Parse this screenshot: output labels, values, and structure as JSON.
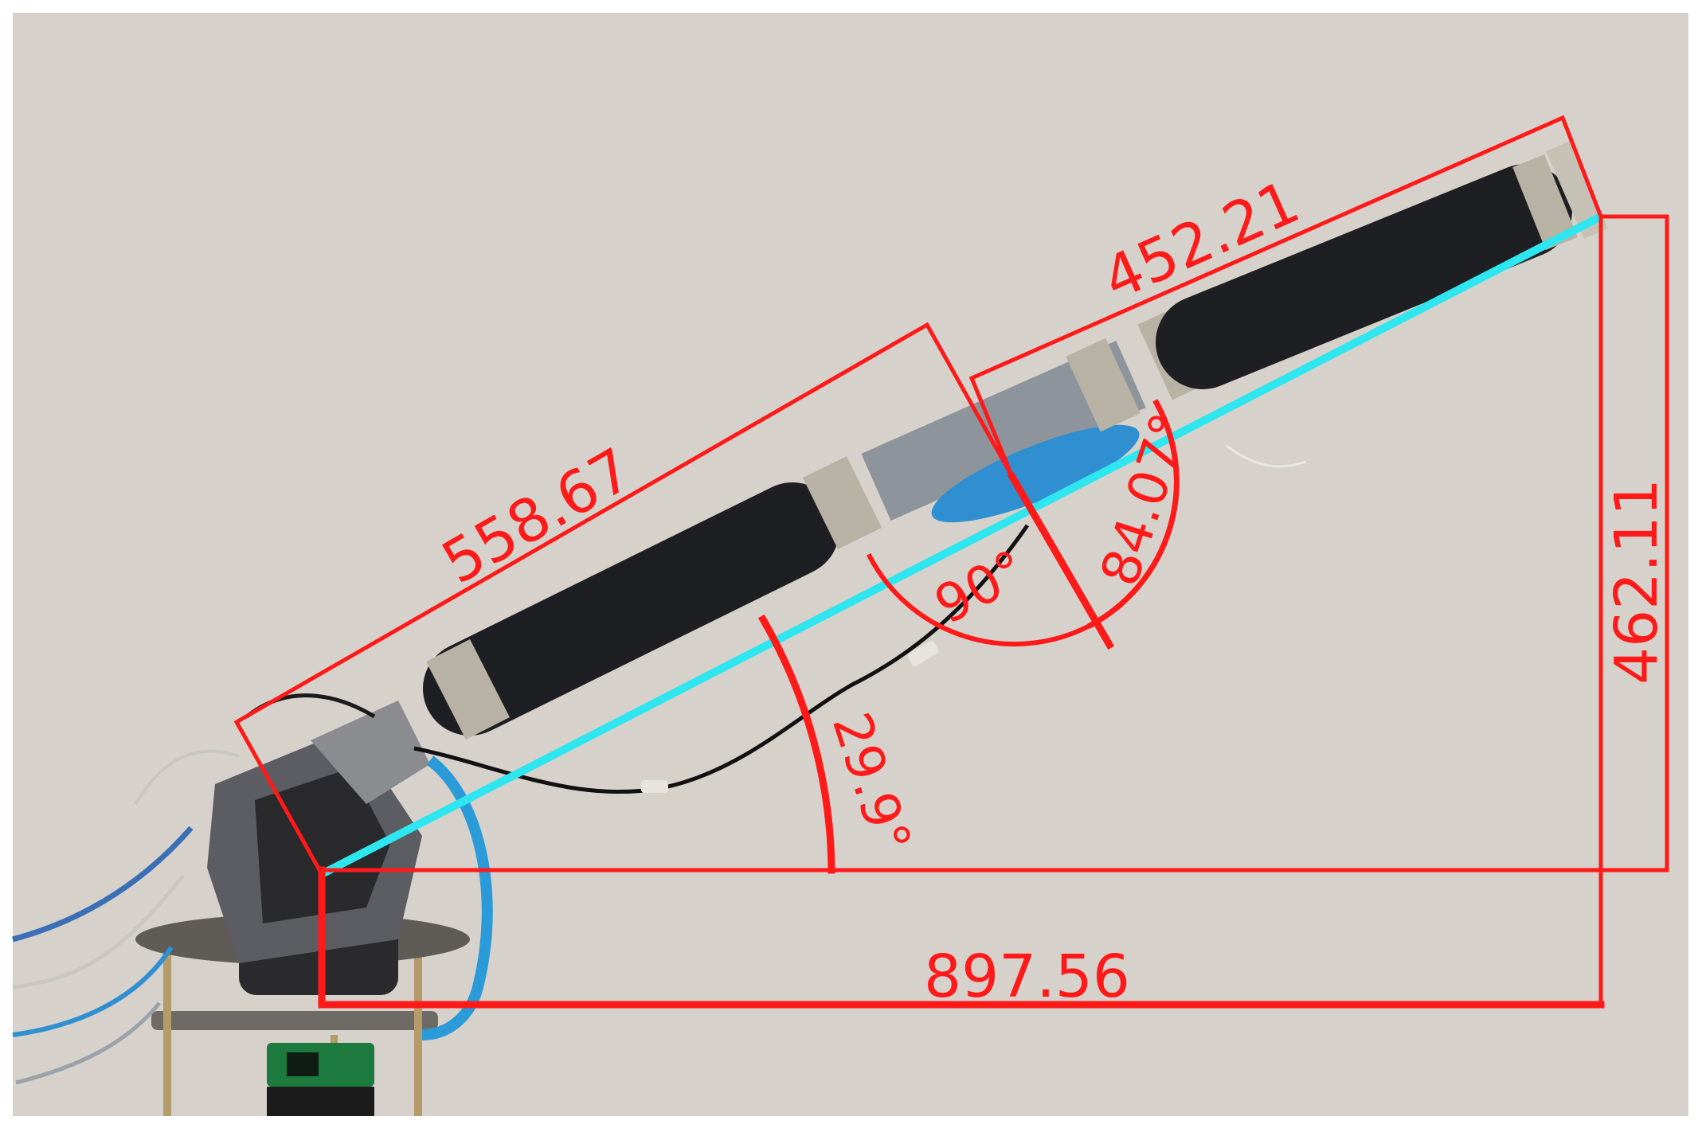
{
  "colors": {
    "background": "#d7d1cb",
    "frame": "#ffffff",
    "annotation": "#ff1a1a",
    "axis_line": "#2ee6ef",
    "tube_wrap": "#1e1f22",
    "clamp": "#b8b2a4",
    "joint_body": "#8d949c",
    "joint_blue": "#2f8fd1",
    "cable_blue": "#2a9bd8",
    "motor_mount": "#5b5d62"
  },
  "icons": [
    "robot-arm-photo",
    "tube-segment",
    "hose-clamp",
    "joint-bracket",
    "motor-mount",
    "circuit-board",
    "wiring"
  ],
  "measurements": {
    "link1_length": "558.67",
    "link2_length": "452.21",
    "vertical_height": "462.11",
    "horizontal_span": "897.56",
    "base_angle": "29.9°",
    "right_angle": "90°",
    "joint_angle": "84.07°"
  }
}
